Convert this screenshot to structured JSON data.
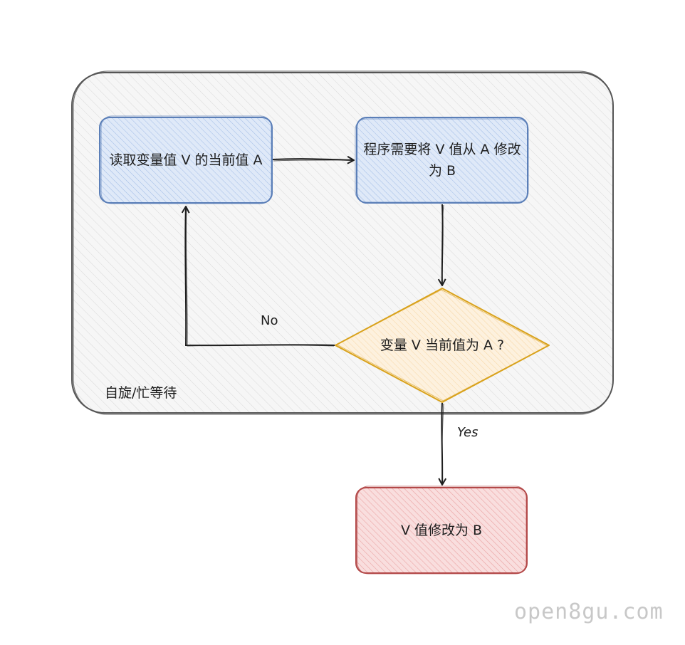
{
  "diagram": {
    "group_label": "自旋/忙等待",
    "nodes": {
      "read": "读取变量值 V 的当前值 A",
      "modify_intent": "程序需要将 V 值从 A 修改为 B",
      "decision": "变量 V 当前值为 A ?",
      "result": "V 值修改为 B"
    },
    "edge_labels": {
      "no": "No",
      "yes": "Yes"
    },
    "colors": {
      "group_stroke": "#555555",
      "group_fill": "#f5f5f5",
      "blue_stroke": "#5b7fb8",
      "blue_fill": "#dbe6f7",
      "yellow_stroke": "#d9a21c",
      "yellow_fill": "#fdf0dc",
      "red_stroke": "#b34848",
      "red_fill": "#f8d3d3",
      "edge": "#1e1e1e"
    }
  },
  "watermark": "open8gu.com"
}
